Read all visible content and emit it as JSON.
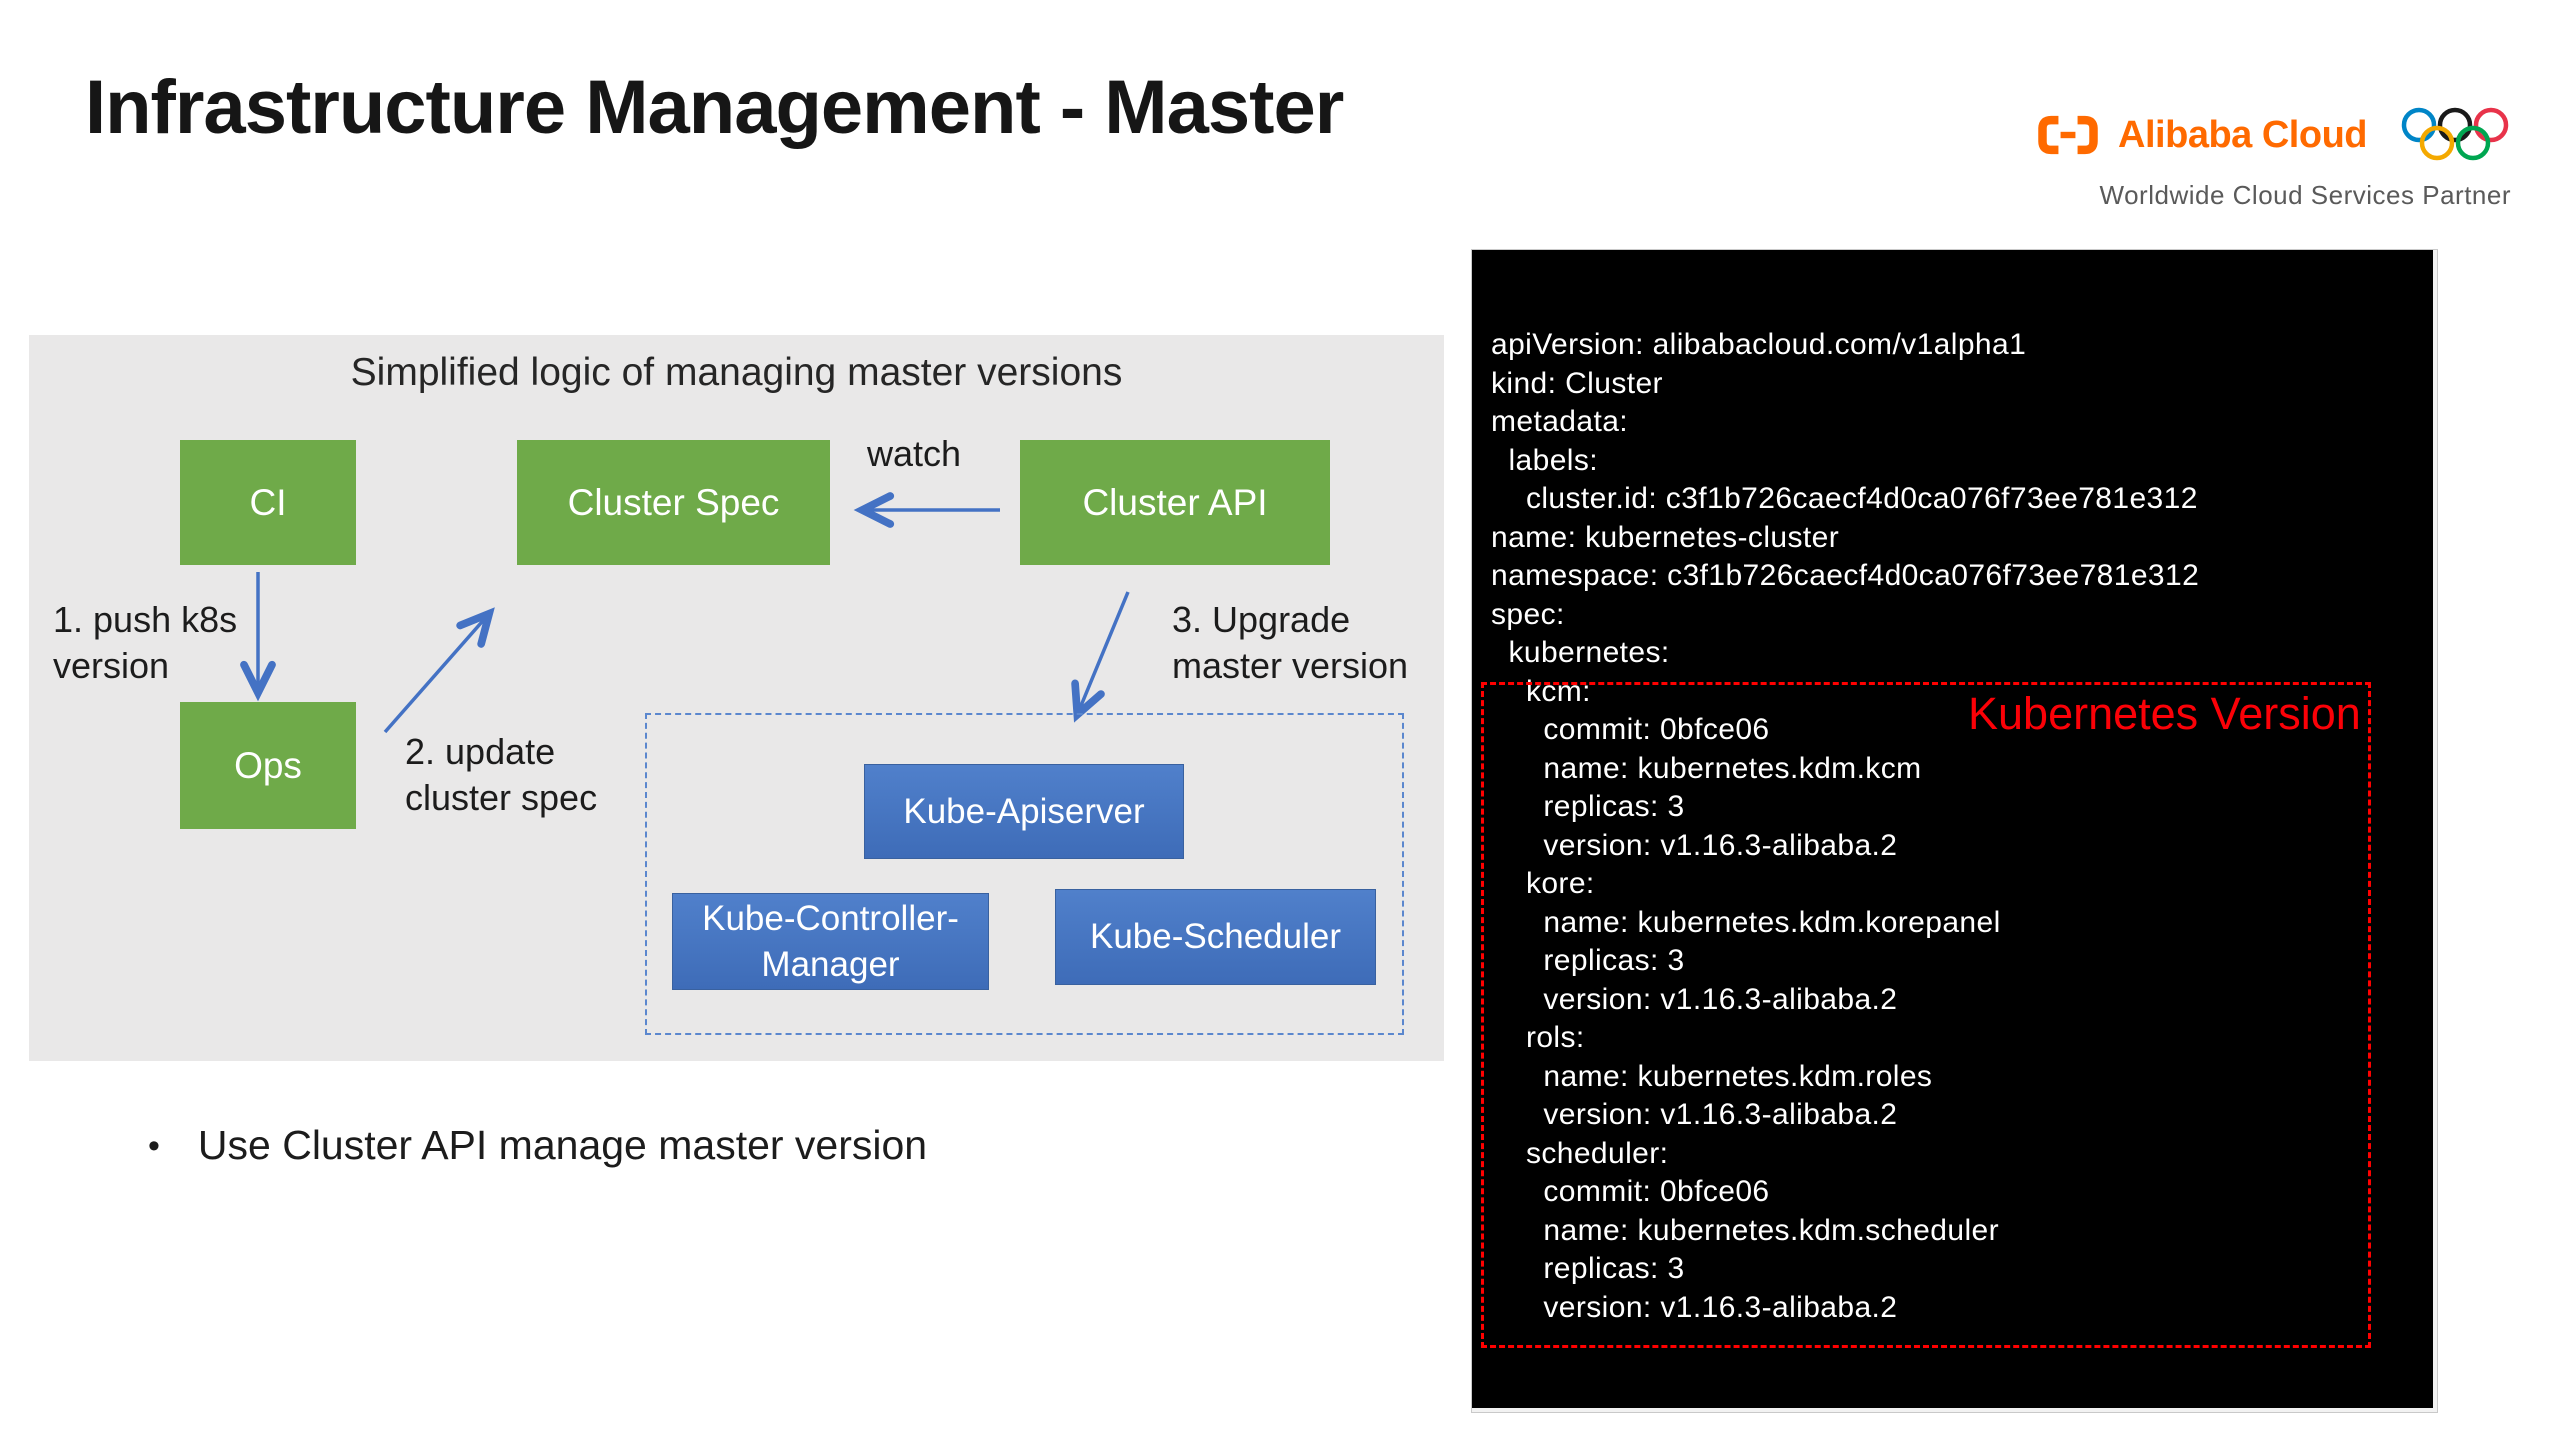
{
  "title": "Infrastructure Management - Master",
  "logo": {
    "brand": "Alibaba Cloud",
    "tagline": "Worldwide Cloud Services Partner"
  },
  "colors": {
    "brand_orange": "#FF6A00",
    "accent_blue": "#4472C4",
    "box_green": "#6FAA49",
    "highlight_red": "#FF0000",
    "panel_gray": "#E9E8E8",
    "terminal_black": "#000000",
    "ring_blue": "#0085C7",
    "ring_black": "#1a1a1a",
    "ring_red": "#E8334A",
    "ring_yellow": "#F4A900",
    "ring_green": "#00A651"
  },
  "diagram": {
    "heading": "Simplified logic of managing master versions",
    "boxes": {
      "ci": "CI",
      "cluster_spec": "Cluster Spec",
      "cluster_api": "Cluster API",
      "ops": "Ops",
      "kube_apiserver": "Kube-Apiserver",
      "kube_controller_manager": "Kube-Controller-\nManager",
      "kube_scheduler": "Kube-Scheduler"
    },
    "annotations": {
      "watch": "watch",
      "step1": "1. push k8s\nversion",
      "step2": "2. update\ncluster spec",
      "step3": "3. Upgrade\nmaster version"
    }
  },
  "bullet": {
    "marker": "•",
    "text": "Use Cluster API manage master version"
  },
  "terminal": {
    "yaml": "apiVersion: alibabacloud.com/v1alpha1\nkind: Cluster\nmetadata:\n  labels:\n    cluster.id: c3f1b726caecf4d0ca076f73ee781e312\nname: kubernetes-cluster\nnamespace: c3f1b726caecf4d0ca076f73ee781e312\nspec:\n  kubernetes:\n    kcm:\n      commit: 0bfce06\n      name: kubernetes.kdm.kcm\n      replicas: 3\n      version: v1.16.3-alibaba.2\n    kore:\n      name: kubernetes.kdm.korepanel\n      replicas: 3\n      version: v1.16.3-alibaba.2\n    rols:\n      name: kubernetes.kdm.roles\n      version: v1.16.3-alibaba.2\n    scheduler:\n      commit: 0bfce06\n      name: kubernetes.kdm.scheduler\n      replicas: 3\n      version: v1.16.3-alibaba.2",
    "highlight_label": "Kubernetes Version"
  }
}
